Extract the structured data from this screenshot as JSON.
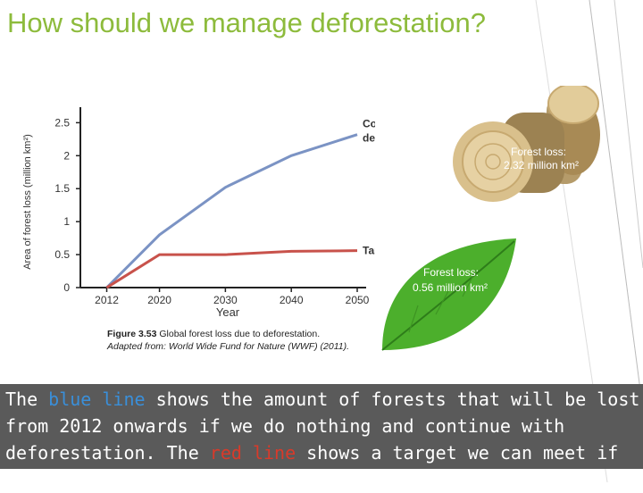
{
  "title": "How should we manage deforestation?",
  "colors": {
    "title": "#8dbb3c",
    "blue_series": "#7b93c4",
    "red_series": "#c8524b",
    "text_bg": "#5a5a5a"
  },
  "chart_data": {
    "type": "line",
    "ylabel": "Area of forest loss (million km²)",
    "xlabel": "Year",
    "x": [
      2012,
      2020,
      2030,
      2040,
      2050
    ],
    "yticks": [
      0,
      0.5,
      1,
      1.5,
      2,
      2.5
    ],
    "ylim": [
      0,
      2.6
    ],
    "series": [
      {
        "name": "Continue with deforestation",
        "values": [
          0,
          0.8,
          1.52,
          2.0,
          2.32
        ]
      },
      {
        "name": "Target",
        "values": [
          0,
          0.5,
          0.5,
          0.55,
          0.56
        ]
      }
    ]
  },
  "labels": {
    "continue_line1": "Continue with",
    "continue_line2": "deforestation",
    "target": "Target",
    "logs_loss_title": "Forest loss:",
    "logs_loss_value": "2.32 million km²",
    "leaf_loss_title": "Forest loss:",
    "leaf_loss_value": "0.56 million km²"
  },
  "caption": {
    "figure_label": "Figure 3.53",
    "figure_text": " Global forest loss due to deforestation.",
    "source": "Adapted from: World Wide Fund for Nature (WWF) (2011)."
  },
  "explanation": {
    "p1": "The ",
    "blue": "blue line",
    "p2": " shows the amount of forests that will be lost from 2012 onwards if we do nothing and continue with deforestation. The ",
    "red": "red line",
    "p3": " shows a target we can meet if we take action."
  }
}
